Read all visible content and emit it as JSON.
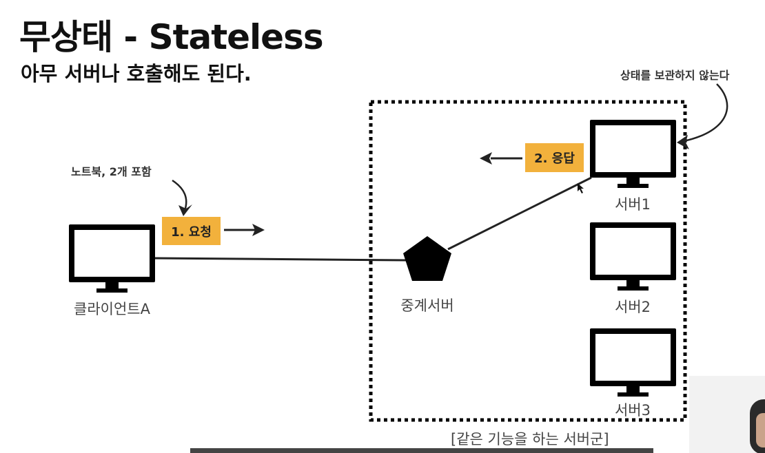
{
  "slide": {
    "title": "무상태 - Stateless",
    "subtitle": "아무 서버나 호출해도 된다."
  },
  "annotations": {
    "laptop_note": "노트북, 2개 포함",
    "server_note": "상태를 보관하지 않는다"
  },
  "messages": {
    "request": "1. 요청",
    "response": "2. 응답"
  },
  "nodes": {
    "client": "클라이언트A",
    "proxy": "중계서버",
    "server1": "서버1",
    "server2": "서버2",
    "server3": "서버3"
  },
  "server_group": {
    "caption": "[같은 기능을 하는 서버군]"
  },
  "colors": {
    "badge": "#f2b13c",
    "ink": "#111111"
  }
}
